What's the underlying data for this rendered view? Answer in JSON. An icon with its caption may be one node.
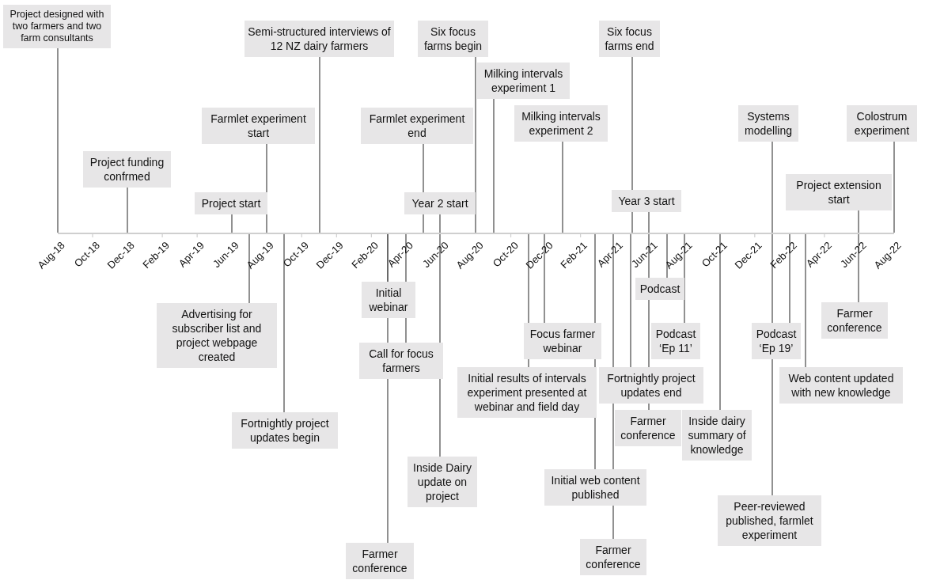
{
  "diagram": {
    "nodes": [
      {
        "text": [
          "Project designed with two farmers and two farm consultants"
        ]
      },
      {
        "text": [
          "Project funding confrmed"
        ]
      },
      {
        "text": [
          "Project start"
        ]
      },
      {
        "text": [
          "Farmlet experiment start"
        ]
      },
      {
        "text": [
          "Semi-structured interviews of 12 NZ dairy farmers"
        ]
      },
      {
        "text": [
          "Farmlet experiment end"
        ]
      },
      {
        "text": [
          "Year 2 start"
        ]
      },
      {
        "text": [
          "Six focus farms begin"
        ]
      },
      {
        "text": [
          "Milking intervals experiment 1"
        ]
      },
      {
        "text": [
          "Milking intervals experiment 2"
        ]
      },
      {
        "text": [
          "Six focus farms end"
        ]
      },
      {
        "text": [
          "Year 3 start"
        ]
      },
      {
        "text": [
          "Systems modelling"
        ]
      },
      {
        "text": [
          "Project extension start"
        ]
      },
      {
        "text": [
          "Colostrum experiment"
        ]
      },
      {
        "text": [
          "Advertising for subscriber list and project webpage created"
        ]
      },
      {
        "text": [
          "Fortnightly project updates begin"
        ]
      },
      {
        "text": [
          "Initial webinar"
        ]
      },
      {
        "text": [
          "Call for focus farmers"
        ]
      },
      {
        "text": [
          "Farmer conference"
        ]
      },
      {
        "text": [
          "Inside Dairy update on project"
        ]
      },
      {
        "text": [
          "Initial results of intervals experiment presented at webinar and field day"
        ]
      },
      {
        "text": [
          "Focus farmer webinar"
        ]
      },
      {
        "text": [
          "Initial web content published"
        ]
      },
      {
        "text": [
          "Farmer conference"
        ]
      },
      {
        "text": [
          "Fortnightly project updates end"
        ]
      },
      {
        "text": [
          "Farmer conference"
        ]
      },
      {
        "text": [
          "Podcast"
        ]
      },
      {
        "text": [
          "Podcast ‘Ep 11’"
        ]
      },
      {
        "text": [
          "Inside dairy summary of knowledge"
        ]
      },
      {
        "text": [
          "Podcast ‘Ep 19’"
        ]
      },
      {
        "text": [
          "Peer-reviewed published, farmlet experiment"
        ]
      },
      {
        "text": [
          "Web content updated with new knowledge"
        ]
      },
      {
        "text": [
          "Farmer conference"
        ]
      },
      {
        "text": [],
        "shape": "line"
      }
    ],
    "edges": [
      {
        "from": 0,
        "to": 34,
        "arrow": "none"
      },
      {
        "from": 1,
        "to": 34,
        "arrow": "none"
      },
      {
        "from": 2,
        "to": 34,
        "arrow": "none"
      },
      {
        "from": 3,
        "to": 34,
        "arrow": "none"
      },
      {
        "from": 4,
        "to": 34,
        "arrow": "none"
      },
      {
        "from": 5,
        "to": 34,
        "arrow": "none"
      },
      {
        "from": 6,
        "to": 34,
        "arrow": "none"
      },
      {
        "from": 7,
        "to": 34,
        "arrow": "none"
      },
      {
        "from": 8,
        "to": 34,
        "arrow": "none"
      },
      {
        "from": 9,
        "to": 34,
        "arrow": "none"
      },
      {
        "from": 10,
        "to": 34,
        "arrow": "none"
      },
      {
        "from": 11,
        "to": 34,
        "arrow": "none"
      },
      {
        "from": 12,
        "to": 34,
        "arrow": "none"
      },
      {
        "from": 13,
        "to": 34,
        "arrow": "none"
      },
      {
        "from": 14,
        "to": 34,
        "arrow": "none"
      },
      {
        "from": 15,
        "to": 34,
        "arrow": "none"
      },
      {
        "from": 16,
        "to": 34,
        "arrow": "none"
      },
      {
        "from": 17,
        "to": 34,
        "arrow": "none"
      },
      {
        "from": 18,
        "to": 34,
        "arrow": "none"
      },
      {
        "from": 19,
        "to": 34,
        "arrow": "none"
      },
      {
        "from": 20,
        "to": 34,
        "arrow": "none"
      },
      {
        "from": 21,
        "to": 34,
        "arrow": "none"
      },
      {
        "from": 22,
        "to": 34,
        "arrow": "none"
      },
      {
        "from": 23,
        "to": 34,
        "arrow": "none"
      },
      {
        "from": 24,
        "to": 34,
        "arrow": "none"
      },
      {
        "from": 25,
        "to": 34,
        "arrow": "none"
      },
      {
        "from": 26,
        "to": 34,
        "arrow": "none"
      },
      {
        "from": 27,
        "to": 34,
        "arrow": "none"
      },
      {
        "from": 28,
        "to": 34,
        "arrow": "none"
      },
      {
        "from": 29,
        "to": 34,
        "arrow": "none"
      },
      {
        "from": 30,
        "to": 34,
        "arrow": "none"
      },
      {
        "from": 31,
        "to": 34,
        "arrow": "none"
      },
      {
        "from": 32,
        "to": 34,
        "arrow": "none"
      },
      {
        "from": 33,
        "to": 34,
        "arrow": "none"
      }
    ],
    "labels": [
      "Aug-18",
      "Oct-18",
      "Dec-18",
      "Feb-19",
      "Apr-19",
      "Jun-19",
      "Aug-19",
      "Oct-19",
      "Dec-19",
      "Feb-20",
      "Apr-20",
      "Jun-20",
      "Aug-20",
      "Oct-20",
      "Dec-20",
      "Feb-21",
      "Apr-21",
      "Jun-21",
      "Aug-21",
      "Oct-21",
      "Dec-21",
      "Feb-22",
      "Apr-22",
      "Jun-22",
      "Aug-22"
    ]
  }
}
